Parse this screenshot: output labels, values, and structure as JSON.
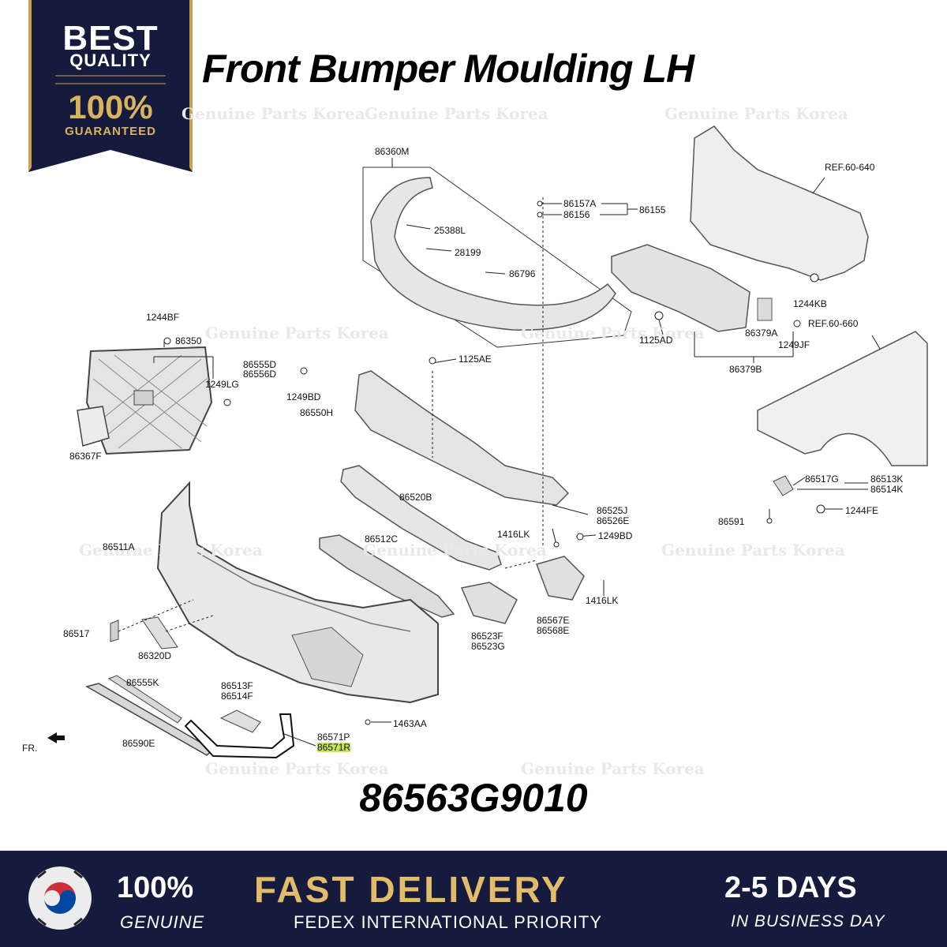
{
  "badge": {
    "line1": "BEST",
    "line2": "QUALITY",
    "line3": "100%",
    "line4": "GUARANTEED"
  },
  "title": "Front Bumper Moulding LH",
  "part_number": "86563G9010",
  "watermark": "Genuine Parts Korea",
  "colors": {
    "navy": "#161b3d",
    "gold": "#e2bc6a",
    "highlight": "#c8e55a"
  },
  "diagram": {
    "labels": {
      "l86360M": "86360M",
      "l86157A": "86157A",
      "l86156": "86156",
      "l86155": "86155",
      "l25388L": "25388L",
      "l28199": "28199",
      "l86796": "86796",
      "ref60640": "REF.60-640",
      "l1244KB": "1244KB",
      "l1244BF": "1244BF",
      "l86350": "86350",
      "l1249LG": "1249LG",
      "l86555D": "86555D",
      "l86556D": "86556D",
      "l1249BD_a": "1249BD",
      "l1125AE": "1125AE",
      "l86550H": "86550H",
      "l1125AD": "1125AD",
      "l86379A": "86379A",
      "l1249JF": "1249JF",
      "ref60660": "REF.60-660",
      "l86379B": "86379B",
      "l86367F": "86367F",
      "l86520B": "86520B",
      "l86525J": "86525J",
      "l86526E": "86526E",
      "l1416LK_a": "1416LK",
      "l1249BD_b": "1249BD",
      "l86517G": "86517G",
      "l86513K": "86513K",
      "l86514K": "86514K",
      "l1244FE": "1244FE",
      "l86591": "86591",
      "l86511A": "86511A",
      "l86512C": "86512C",
      "l1416LK_b": "1416LK",
      "l86567E": "86567E",
      "l86568E": "86568E",
      "l86517": "86517",
      "l86320D": "86320D",
      "l86523F": "86523F",
      "l86523G": "86523G",
      "l86555K": "86555K",
      "l86513F": "86513F",
      "l86514F": "86514F",
      "l1463AA": "1463AA",
      "l86571P": "86571P",
      "l86571R": "86571R",
      "l86590E": "86590E",
      "fr": "FR."
    }
  },
  "footer": {
    "genuine_pct": "100%",
    "genuine_label": "GENUINE",
    "fast_delivery": "FAST DELIVERY",
    "fedex": "FEDEX INTERNATIONAL PRIORITY",
    "days": "2-5 DAYS",
    "days_label": "IN BUSINESS DAY"
  }
}
